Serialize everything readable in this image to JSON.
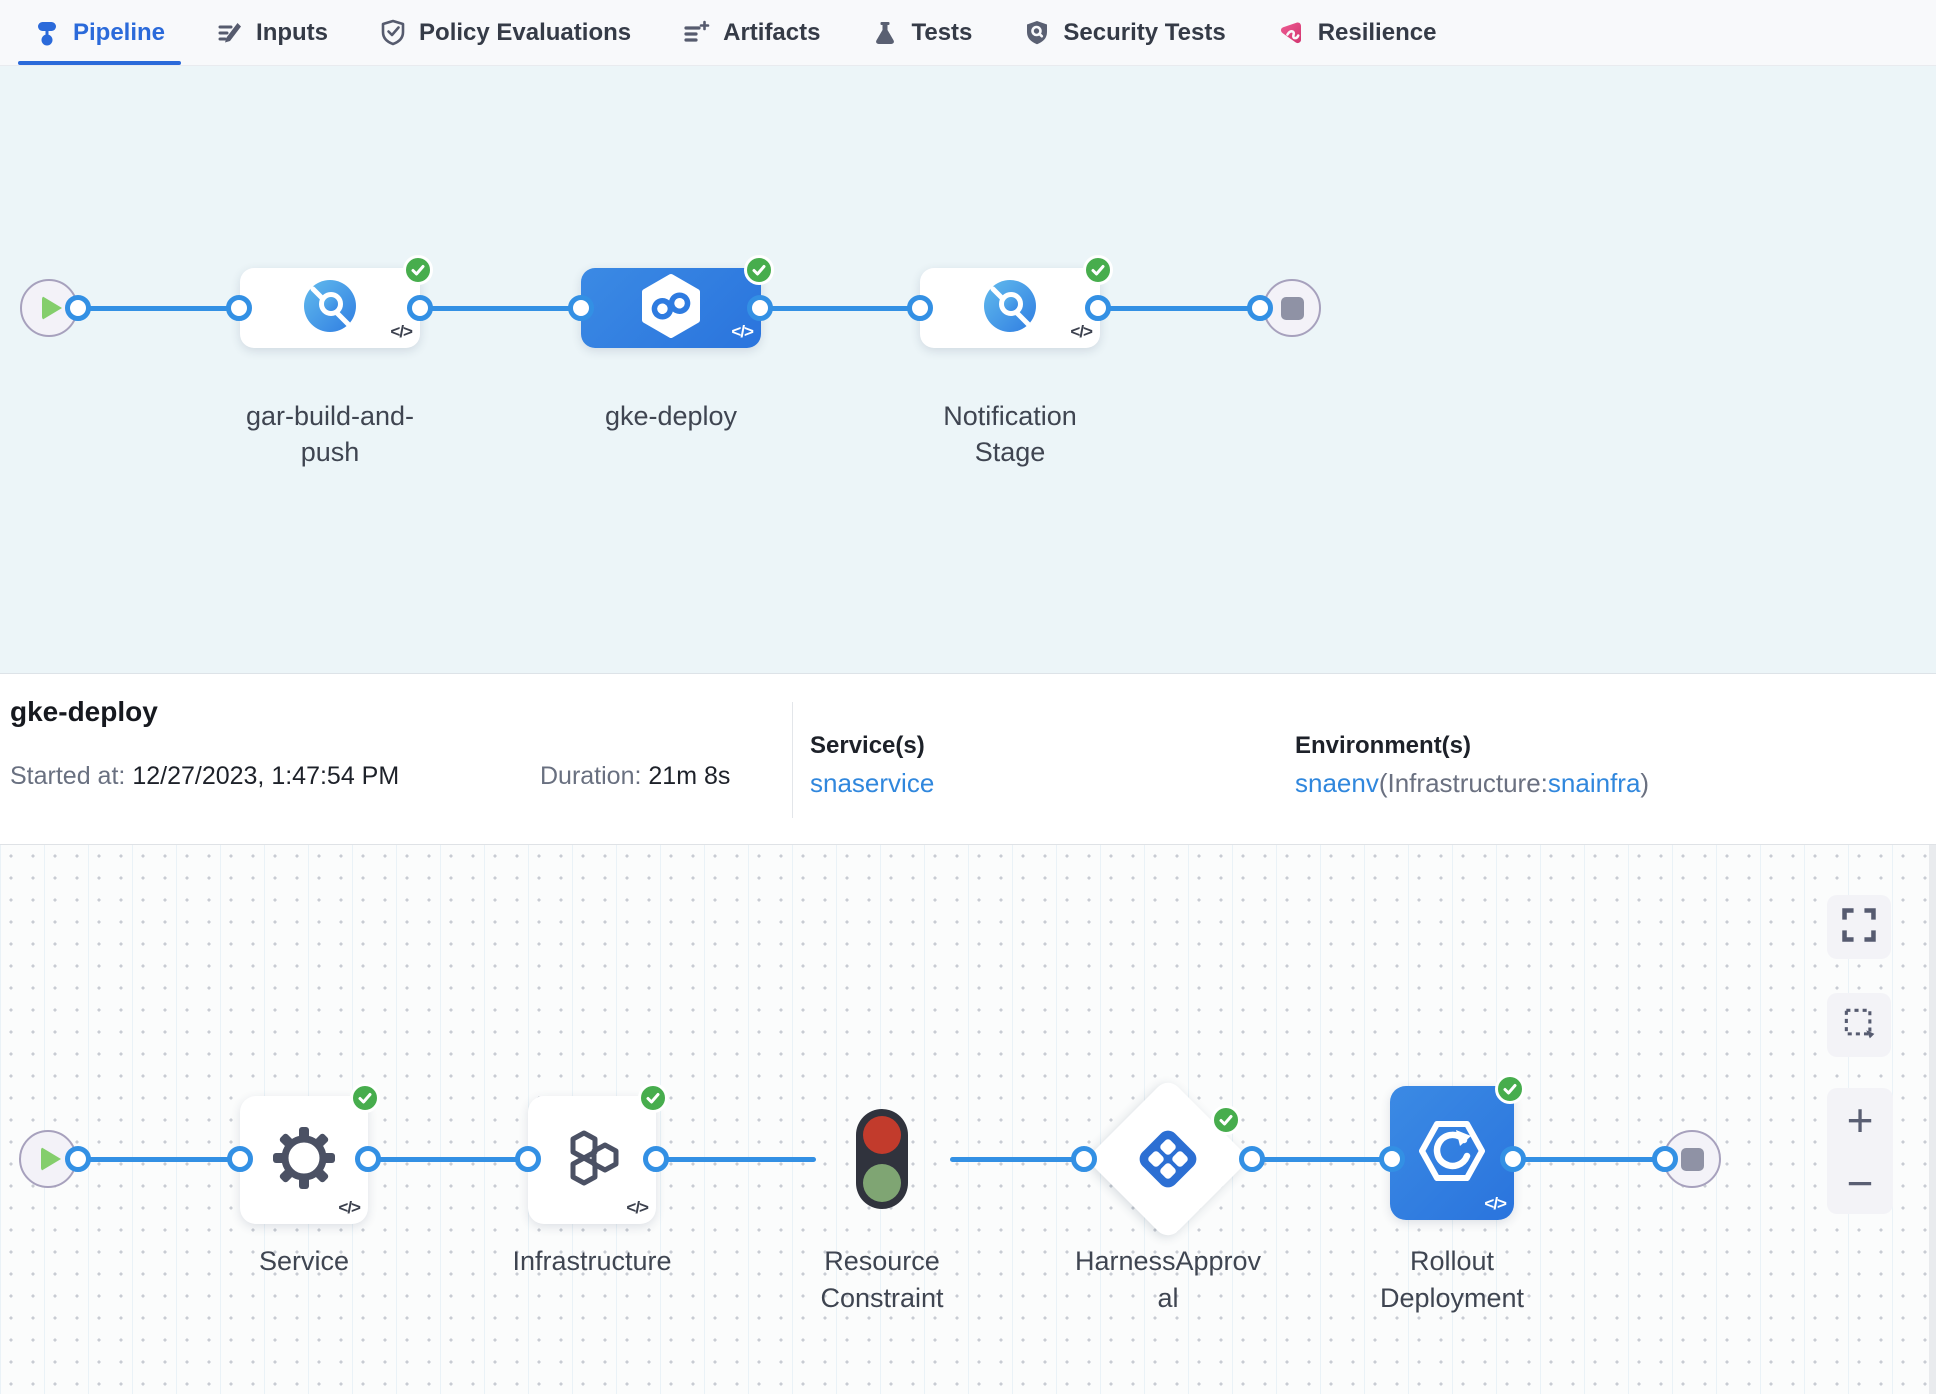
{
  "tabs": [
    {
      "label": "Pipeline",
      "active": true
    },
    {
      "label": "Inputs",
      "active": false
    },
    {
      "label": "Policy Evaluations",
      "active": false
    },
    {
      "label": "Artifacts",
      "active": false
    },
    {
      "label": "Tests",
      "active": false
    },
    {
      "label": "Security Tests",
      "active": false
    },
    {
      "label": "Resilience",
      "active": false
    }
  ],
  "stage_graph": {
    "stages": [
      {
        "line1": "gar-build-and-",
        "line2": "push",
        "status": "success",
        "type": "build"
      },
      {
        "line1": "gke-deploy",
        "line2": "",
        "status": "success",
        "type": "deploy",
        "selected": true
      },
      {
        "line1": "Notification",
        "line2": "Stage",
        "status": "success",
        "type": "custom"
      }
    ],
    "code_glyph": "</>"
  },
  "details": {
    "title": "gke-deploy",
    "started_label": "Started at:",
    "started_value": "12/27/2023, 1:47:54 PM",
    "duration_label": "Duration:",
    "duration_value": "21m 8s",
    "services_label": "Service(s)",
    "service_name": "snaservice",
    "environments_label": "Environment(s)",
    "env_name": "snaenv",
    "env_open": "(Infrastructure:",
    "env_infra": "snainfra",
    "env_close": ")"
  },
  "execution_graph": {
    "steps": [
      {
        "line1": "Service",
        "line2": "",
        "status": "success"
      },
      {
        "line1": "Infrastructure",
        "line2": "",
        "status": "success"
      },
      {
        "line1": "Resource",
        "line2": "Constraint",
        "status": "none"
      },
      {
        "line1": "HarnessApprov",
        "line2": "al",
        "status": "success"
      },
      {
        "line1": "Rollout",
        "line2": "Deployment",
        "status": "success"
      }
    ],
    "code_glyph": "</>"
  },
  "canvas_controls": {
    "zoom_in": "+",
    "zoom_out": "−"
  },
  "colors": {
    "accent_blue": "#2b6ada",
    "edge_blue": "#3390e4",
    "success_green": "#47ad4d",
    "link_blue": "#3087dd",
    "selected_stage_blue": "#2e7fe2",
    "resilience_pink": "#e0447c",
    "panel_blue_bg": "#ecf5f8"
  }
}
